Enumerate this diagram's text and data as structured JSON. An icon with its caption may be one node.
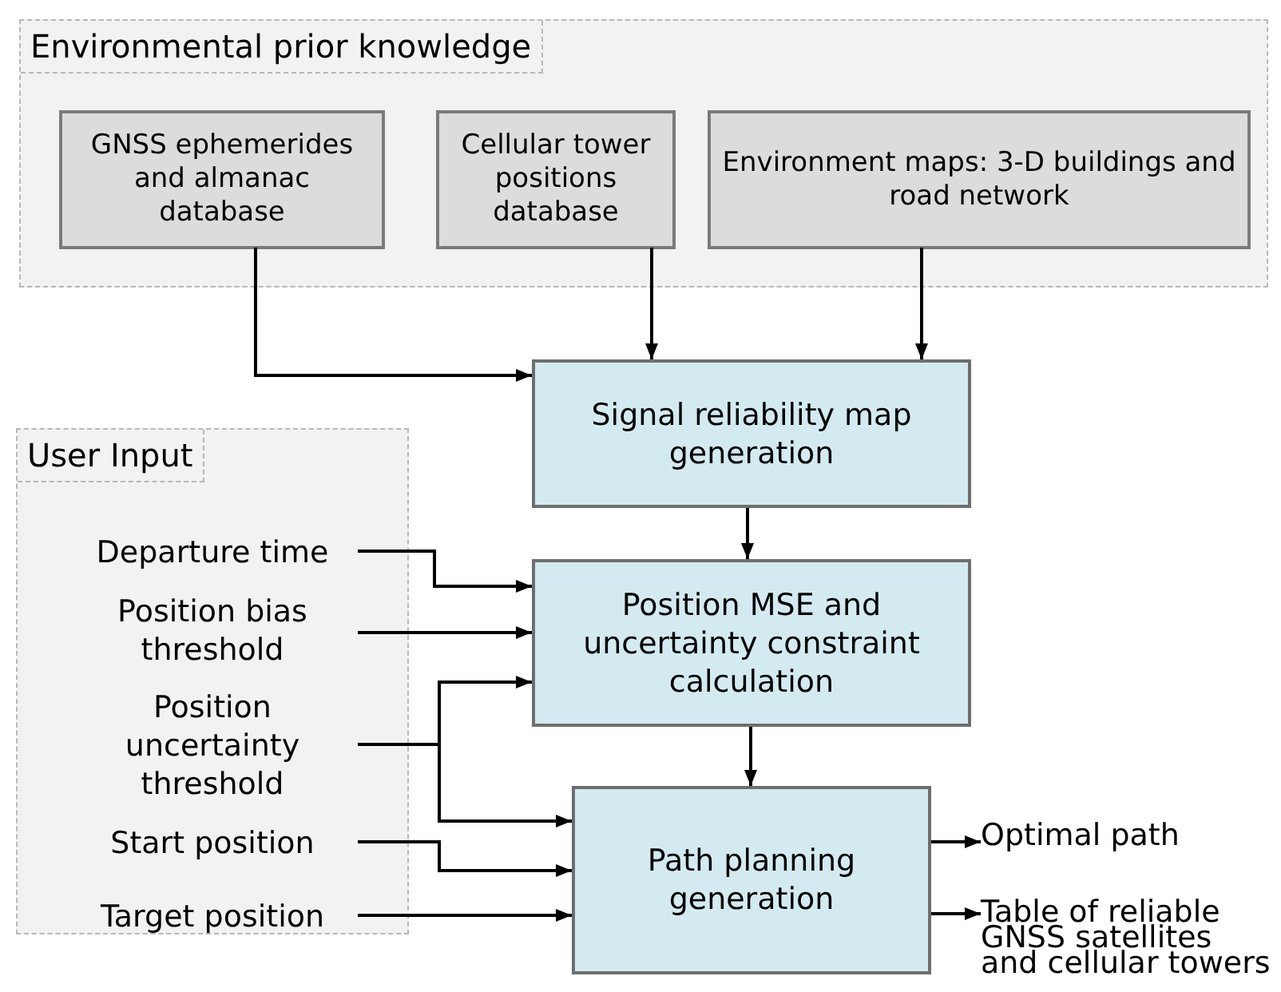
{
  "diagram": {
    "nodes": [
      {
        "text": [
          "Environmental prior knowledge"
        ]
      },
      {
        "text": [
          "GNSS ephemerides and almanac database"
        ],
        "in": 0
      },
      {
        "text": [
          "Cellular tower positions database"
        ],
        "in": 0
      },
      {
        "text": [
          "Environment maps: 3-D buildings and road network"
        ],
        "in": 0
      },
      {
        "text": [
          "Signal reliability map generation"
        ]
      },
      {
        "text": [
          "User Input"
        ]
      },
      {
        "text": [
          "Departure time"
        ],
        "in": 5
      },
      {
        "text": [
          "Position bias threshold"
        ],
        "in": 5
      },
      {
        "text": [
          "Position uncertainty threshold"
        ],
        "in": 5
      },
      {
        "text": [
          "Start position"
        ],
        "in": 5
      },
      {
        "text": [
          "Target position"
        ],
        "in": 5
      },
      {
        "text": [
          "Position MSE and uncertainty constraint calculation"
        ]
      },
      {
        "text": [
          "Path planning generation"
        ]
      },
      {
        "text": [
          "Optimal path"
        ]
      },
      {
        "text": [
          "Table of reliable GNSS satellites and cellular towers"
        ]
      }
    ],
    "edges": [
      {
        "from": 1,
        "to": 4,
        "arrow": "to"
      },
      {
        "from": 2,
        "to": 4,
        "arrow": "to"
      },
      {
        "from": 3,
        "to": 4,
        "arrow": "to"
      },
      {
        "from": 4,
        "to": 11,
        "arrow": "to"
      },
      {
        "from": 11,
        "to": 12,
        "arrow": "to"
      },
      {
        "from": 6,
        "to": 11,
        "arrow": "to"
      },
      {
        "from": 7,
        "to": 11,
        "arrow": "to"
      },
      {
        "from": 8,
        "to": 11,
        "arrow": "to"
      },
      {
        "from": 8,
        "to": 12,
        "arrow": "to"
      },
      {
        "from": 9,
        "to": 12,
        "arrow": "to"
      },
      {
        "from": 10,
        "to": 12,
        "arrow": "to"
      },
      {
        "from": 12,
        "to": 13,
        "arrow": "to"
      },
      {
        "from": 12,
        "to": 14,
        "arrow": "to"
      }
    ]
  }
}
